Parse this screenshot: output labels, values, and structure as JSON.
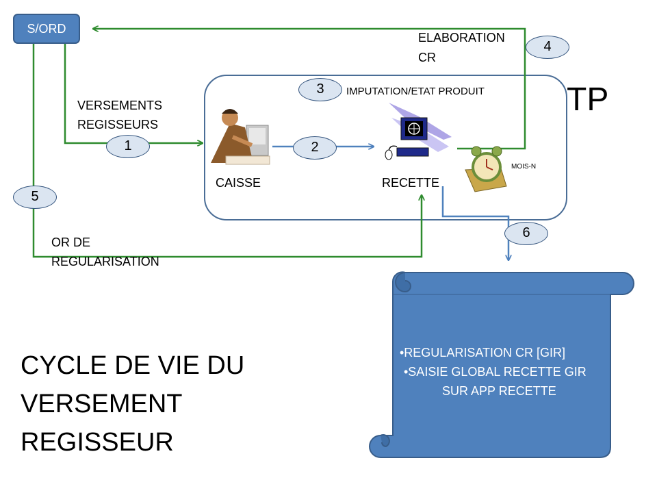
{
  "nodes": {
    "sord": "S/ORD",
    "tp": "TP",
    "caisse": "CAISSE",
    "recette": "RECETTE",
    "mois_n": "MOIS-N"
  },
  "labels": {
    "versements_line1": "VERSEMENTS",
    "versements_line2": "REGISSEURS",
    "elaboration_line1": "ELABORATION",
    "elaboration_line2": "CR",
    "imputation": "IMPUTATION/ETAT PRODUIT",
    "or_line1": "OR DE",
    "or_line2": "REGULARISATION"
  },
  "steps": [
    "1",
    "2",
    "3",
    "4",
    "5",
    "6"
  ],
  "scroll": {
    "item1": "•REGULARISATION CR [GIR]",
    "item2": "•SAISIE GLOBAL  RECETTE GIR",
    "item3": "SUR APP RECETTE"
  },
  "title": {
    "line1": "CYCLE DE VIE DU",
    "line2": "VERSEMENT",
    "line3": "REGISSEUR"
  },
  "colors": {
    "green_arrow": "#2e8b2e",
    "blue_arrow": "#4f81bd",
    "box_fill": "#4f81bd",
    "badge_fill": "#dbe5f1"
  },
  "icons": [
    "clerk-at-computer-icon",
    "web-computer-icon",
    "alarm-clock-icon"
  ]
}
